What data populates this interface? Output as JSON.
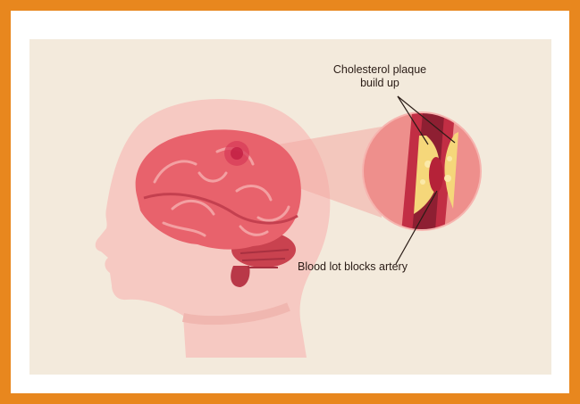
{
  "annotations": {
    "plaque_line1": "Cholesterol plaque",
    "plaque_line2": "build up",
    "clot": "Blood lot blocks artery"
  },
  "colors": {
    "outer_border": "#e8871e",
    "panel_background": "#f3eadc",
    "head_silhouette": "#f6c9c2",
    "brain": "#e8626c",
    "artery_wall": "#c22e44",
    "plaque": "#f5d77a",
    "magnifier_circle": "#ee8f8c"
  },
  "icons": [
    "head-silhouette",
    "brain",
    "magnifier-circle",
    "artery-cross-section",
    "cholesterol-plaque",
    "blood-clot"
  ]
}
